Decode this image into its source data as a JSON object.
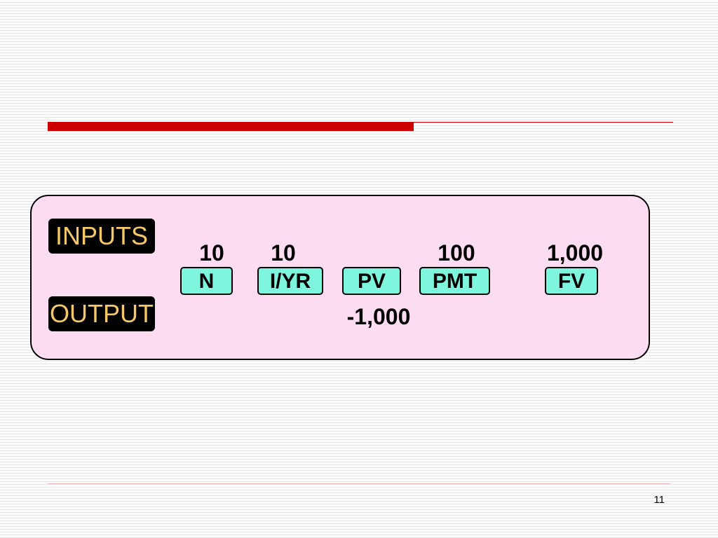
{
  "slide": {
    "labels": {
      "inputs": "INPUTS",
      "output": "OUTPUT"
    },
    "input_values": {
      "n": "10",
      "iyr": "10",
      "pmt": "100",
      "fv": "1,000"
    },
    "keys": {
      "n": "N",
      "iyr": "I/YR",
      "pv": "PV",
      "pmt": "PMT",
      "fv": "FV"
    },
    "output_values": {
      "pv": "-1,000"
    },
    "page_number": "11"
  },
  "colors": {
    "accent_red": "#cc0000",
    "panel_background": "#fcdcf0",
    "key_background": "#7ef6de",
    "label_text": "#f5c86a"
  }
}
